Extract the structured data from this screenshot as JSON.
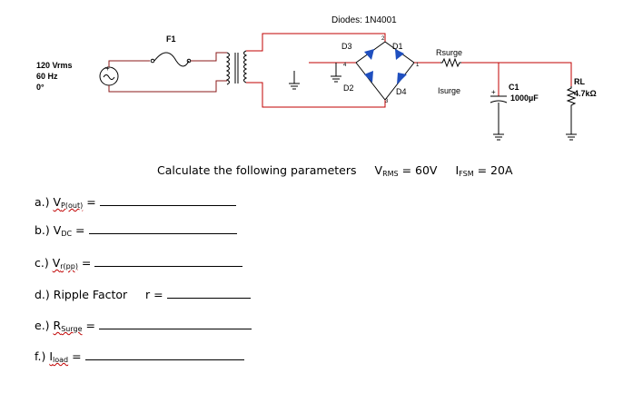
{
  "circuit": {
    "diodes_label": "Diodes: 1N4001",
    "source": {
      "voltage": "120 Vrms",
      "frequency": "60 Hz",
      "phase": "0°",
      "polarity": "+"
    },
    "fuse": "F1",
    "diodes": [
      "D3",
      "D1",
      "D2",
      "D4"
    ],
    "nodes": [
      "2",
      "4",
      "1",
      "3"
    ],
    "rsurge": "Rsurge",
    "isurge": "Isurge",
    "capacitor": {
      "name": "C1",
      "value": "1000µF",
      "polarity": "+"
    },
    "load": {
      "name": "RL",
      "value": "4.7kΩ"
    }
  },
  "calc": {
    "prompt": "Calculate the following parameters",
    "vrms": {
      "sym": "V",
      "sub": "RMS",
      "val": " = 60V"
    },
    "ifsm": {
      "sym": "I",
      "sub": "FSM",
      "val": " = 20A"
    }
  },
  "questions": [
    {
      "prefix": "a.) ",
      "sym": "V",
      "sub": "P(out)",
      "suffix": " ="
    },
    {
      "prefix": "b.) ",
      "sym": "V",
      "sub": "DC",
      "suffix": " ="
    },
    {
      "prefix": "c.) ",
      "sym": "V",
      "sub": "r(pp)",
      "suffix": " ="
    },
    {
      "prefix": "d.) Ripple Factor",
      "sym": "",
      "sub": "",
      "suffix": "     r ="
    },
    {
      "prefix": "e.) ",
      "sym": "R",
      "sub": "Surge",
      "suffix": " ="
    },
    {
      "prefix": "f.) ",
      "sym": "I",
      "sub": "load",
      "suffix": " ="
    }
  ]
}
